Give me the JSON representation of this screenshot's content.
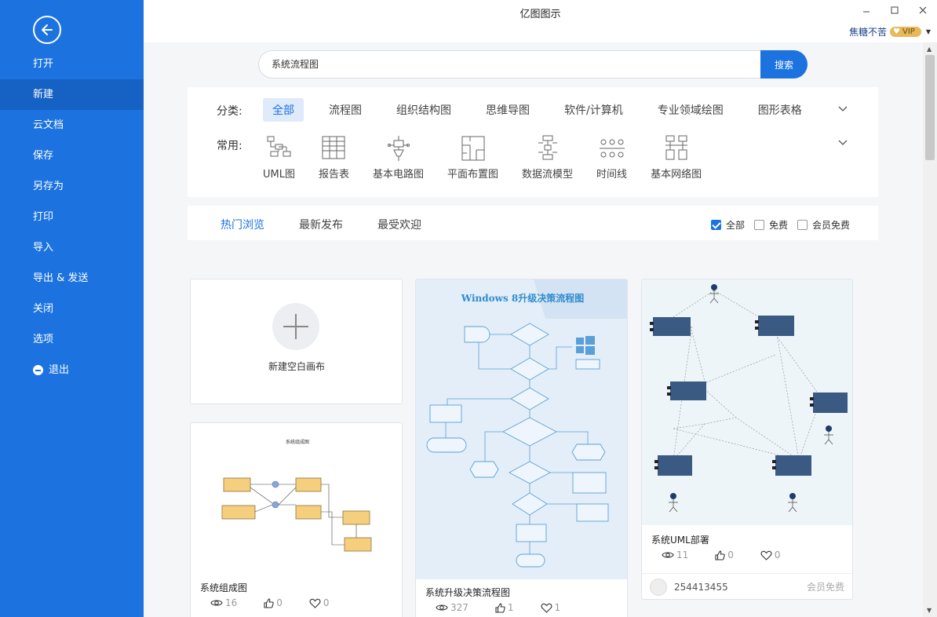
{
  "app": {
    "title": "亿图图示"
  },
  "user": {
    "name": "焦糖不苦",
    "vip": "VIP"
  },
  "sidebar": {
    "items": [
      {
        "label": "打开"
      },
      {
        "label": "新建"
      },
      {
        "label": "云文档"
      },
      {
        "label": "保存"
      },
      {
        "label": "另存为"
      },
      {
        "label": "打印"
      },
      {
        "label": "导入"
      },
      {
        "label": "导出 & 发送"
      },
      {
        "label": "关闭"
      },
      {
        "label": "选项"
      },
      {
        "label": "退出"
      }
    ],
    "active_index": 1
  },
  "search": {
    "value": "系统流程图",
    "button": "搜索"
  },
  "categories": {
    "label": "分类:",
    "items": [
      "全部",
      "流程图",
      "组织结构图",
      "思维导图",
      "软件/计算机",
      "专业领域绘图",
      "图形表格"
    ]
  },
  "common": {
    "label": "常用:",
    "items": [
      "UML图",
      "报告表",
      "基本电路图",
      "平面布置图",
      "数据流模型",
      "时间线",
      "基本网络图"
    ]
  },
  "sort": {
    "tabs": [
      "热门浏览",
      "最新发布",
      "最受欢迎"
    ],
    "filters": [
      {
        "label": "全部",
        "checked": true
      },
      {
        "label": "免费",
        "checked": false
      },
      {
        "label": "会员免费",
        "checked": false
      }
    ]
  },
  "new_blank": {
    "label": "新建空白画布"
  },
  "templates": [
    {
      "title": "系统组成图",
      "views": "16",
      "likes": "0",
      "favs": "0",
      "thumb_title": "系统组成图"
    },
    {
      "title": "系统升级决策流程图",
      "views": "327",
      "likes": "1",
      "favs": "1",
      "thumb_title": "Windows 8升级决策流程图"
    },
    {
      "title": "系统UML部署",
      "views": "11",
      "likes": "0",
      "favs": "0",
      "author": "254413455",
      "badge": "会员免费"
    }
  ],
  "colors": {
    "primary": "#1c73e0",
    "sidebar_active": "#1561c4",
    "vip": "#e7b95a"
  }
}
